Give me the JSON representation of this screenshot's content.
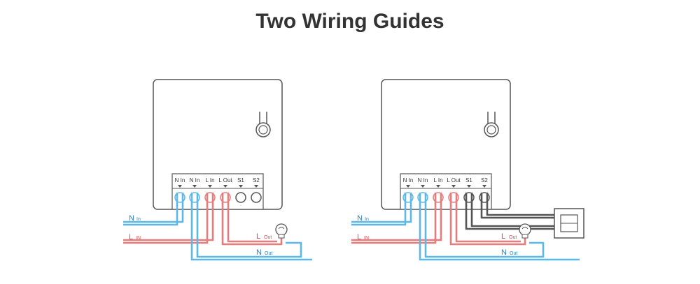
{
  "title": "Two Wiring Guides",
  "terminals": [
    "N In",
    "N In",
    "L In",
    "L Out",
    "S1",
    "S2"
  ],
  "wire_labels": {
    "n_main": "N",
    "n_sub": "In",
    "l_main": "L",
    "l_sub": "IN",
    "lout_main": "L",
    "lout_sub": "Out",
    "nout_main": "N",
    "nout_sub": "Out"
  },
  "colors": {
    "neutral": "#5bb8e8",
    "live": "#e87c7c",
    "switch": "#555555",
    "outline": "#555555",
    "label_neutral": "#2e7fc4",
    "label_live": "#d94a4a"
  },
  "icons": [
    "bulb-icon",
    "wall-switch-icon",
    "mount-hook-icon"
  ]
}
